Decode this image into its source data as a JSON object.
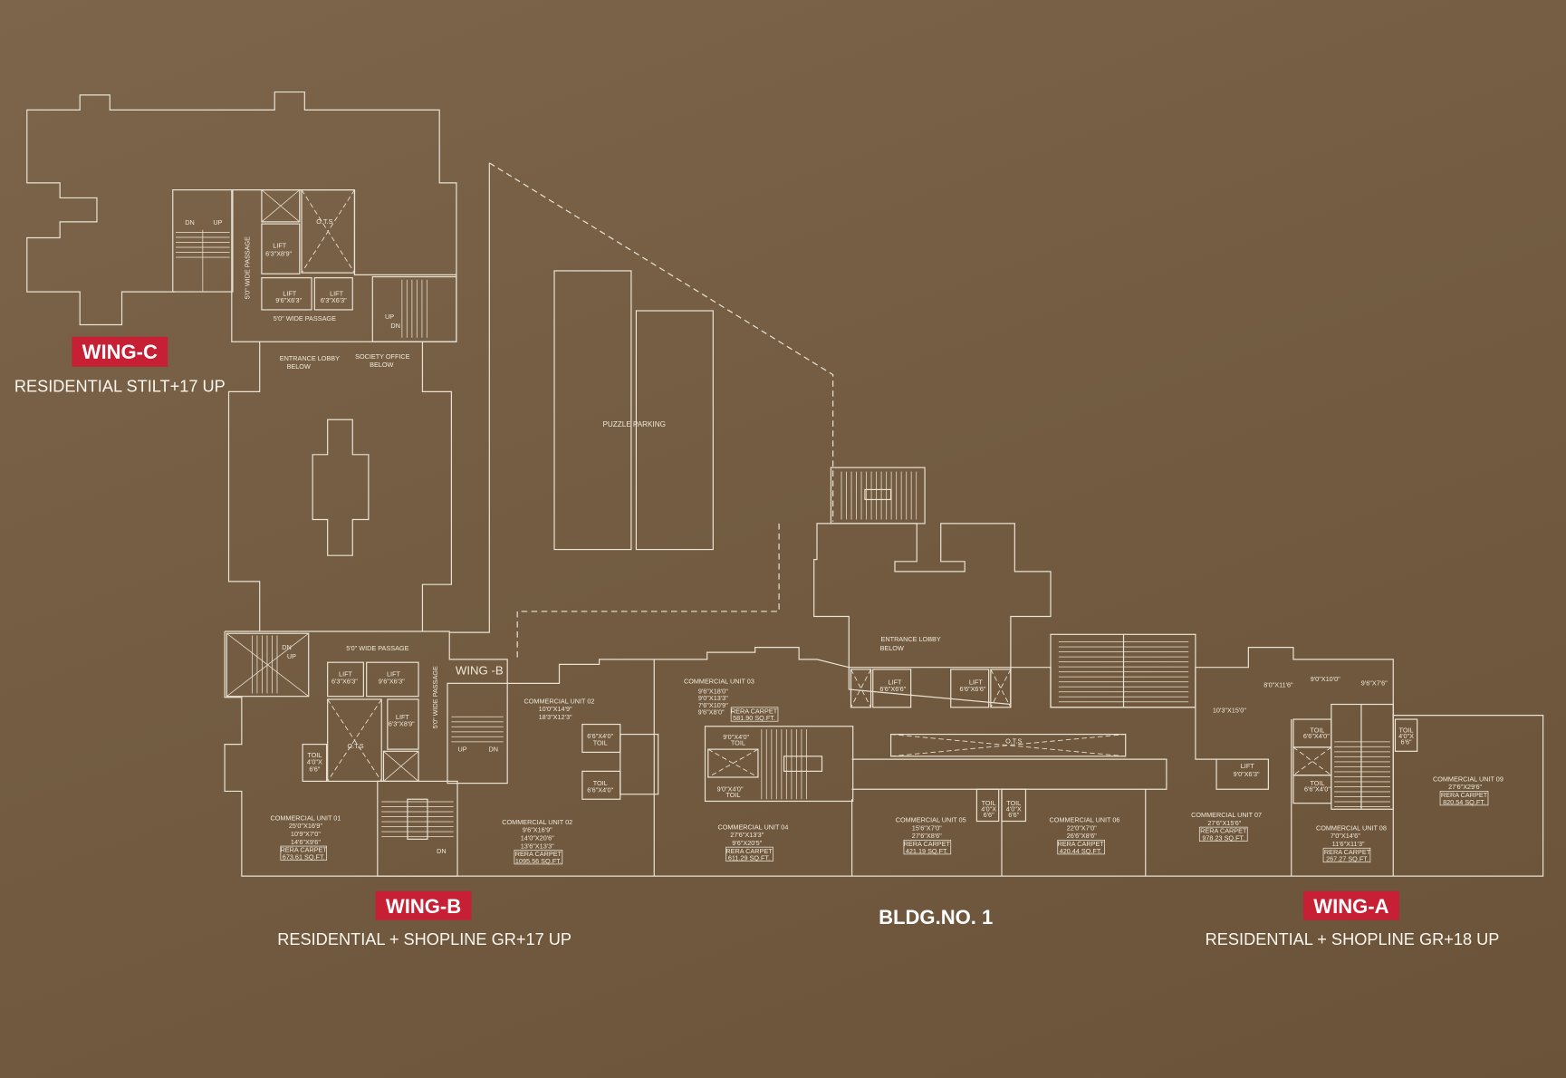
{
  "labels": {
    "wing_c": {
      "badge": "WING-C",
      "subtitle": "RESIDENTIAL STILT+17 UP"
    },
    "wing_b": {
      "badge": "WING-B",
      "subtitle": "RESIDENTIAL + SHOPLINE GR+17 UP"
    },
    "wing_a": {
      "badge": "WING-A",
      "subtitle": "RESIDENTIAL + SHOPLINE GR+18 UP"
    },
    "building": "BLDG.NO. 1",
    "badge_color": "#c71f33",
    "line_color": "#e9e1d2",
    "background_color": "#735c42"
  },
  "common": {
    "lift": "LIFT",
    "toil": "TOIL",
    "ots": "O.T.S",
    "up": "UP",
    "dn": "DN",
    "passage": "5'0\" WIDE PASSAGE",
    "rera": "RERA CARPET",
    "entrance_lobby": "ENTRANCE LOBBY",
    "below": "BELOW",
    "society_office": "SOCIETY OFFICE",
    "puzzle_parking": "PUZZLE PARKING",
    "wing_b_tag": "WING -B"
  },
  "sizes": {
    "lift_c1": "6'3\"X8'9\"",
    "lift_c2": "9'6\"X6'3\"",
    "lift_c3": "6'3\"X6'3\"",
    "lift_b1": "6'3\"X6'3\"",
    "lift_b2": "9'6\"X6'3\"",
    "lift_b3": "6'3\"X8'9\"",
    "lift_m1": "6'6\"X6'6\"",
    "lift_m2": "6'6\"X6'6\"",
    "lift_a": "9'0\"X6'3\"",
    "toil_4x66_a": "4'0\"X",
    "toil_4x66_b": "6'6\"",
    "toil_66x4": "6'6\"X4'0\"",
    "toil_9x4": "9'0\"X4'0\"",
    "a_room1": "8'0\"X11'6\"",
    "a_room2": "9'0\"X10'0\"",
    "a_room3": "9'6\"X7'6\"",
    "a_room4": "10'3\"X15'0\""
  },
  "units": [
    {
      "name": "COMMERCIAL UNIT 01",
      "dims": [
        "25'0\"X16'9\"",
        "10'9\"X7'0\"",
        "14'6\"X9'6\""
      ],
      "area": "673.61 SQ.FT."
    },
    {
      "name": "COMMERCIAL UNIT 02",
      "dims": [
        "10'0\"X14'9\"",
        "18'3\"X12'3\""
      ],
      "area": ""
    },
    {
      "name": "COMMERCIAL UNIT 02",
      "dims": [
        "9'6\"X16'9\"",
        "14'0\"X20'6\"",
        "13'6\"X13'3\""
      ],
      "area": "1095.56 SQ.FT."
    },
    {
      "name": "COMMERCIAL UNIT 03",
      "dims": [
        "9'6\"X18'0\"",
        "9'0\"X13'3\"",
        "7'6\"X10'9\"",
        "9'6\"X8'0\""
      ],
      "area": "581.90 SQ.FT."
    },
    {
      "name": "COMMERCIAL UNIT 04",
      "dims": [
        "27'6\"X13'3\"",
        "9'6\"X20'5\""
      ],
      "area": "611.29 SQ.FT."
    },
    {
      "name": "COMMERCIAL UNIT 05",
      "dims": [
        "15'6\"X7'0\"",
        "27'6\"X8'6\""
      ],
      "area": "421.19 SQ.FT."
    },
    {
      "name": "COMMERCIAL UNIT 06",
      "dims": [
        "22'0\"X7'0\"",
        "26'6\"X8'6\""
      ],
      "area": "420.44 SQ.FT."
    },
    {
      "name": "COMMERCIAL UNIT 07",
      "dims": [
        "27'6\"X15'6\""
      ],
      "area": "978.23 SQ.FT."
    },
    {
      "name": "COMMERCIAL UNIT 08",
      "dims": [
        "7'0\"X14'6\"",
        "11'6\"X11'3\""
      ],
      "area": "267.27 SQ.FT."
    },
    {
      "name": "COMMERCIAL UNIT 09",
      "dims": [
        "27'6\"X29'6\""
      ],
      "area": "820.54 SQ.FT."
    }
  ]
}
